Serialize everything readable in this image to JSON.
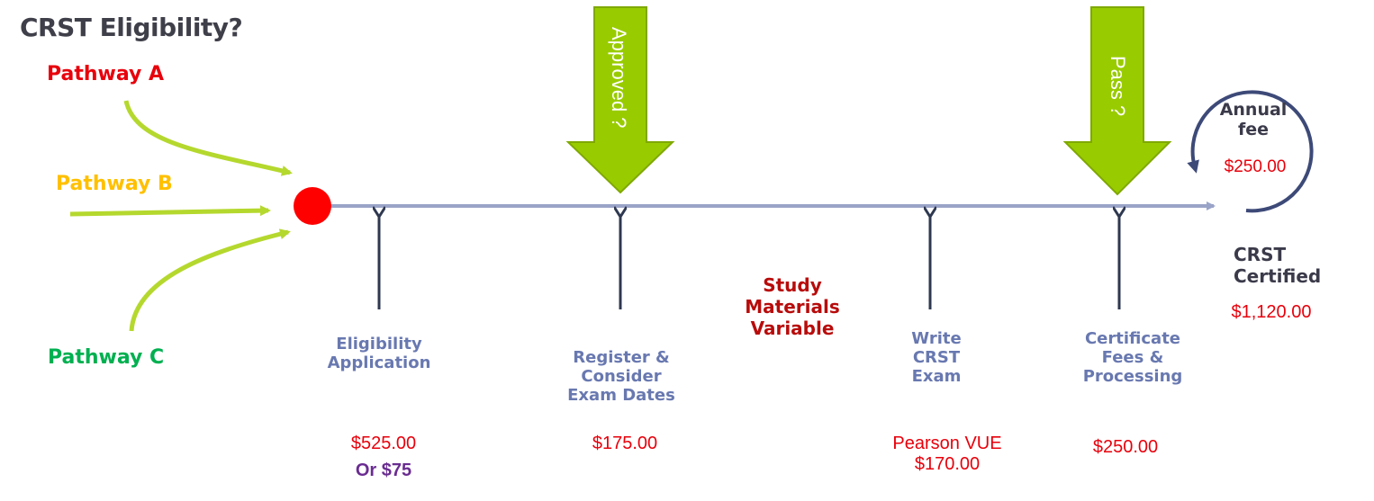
{
  "title": "CRST Eligibility?",
  "pathways": [
    {
      "label": "Pathway A",
      "color": "#e8000b"
    },
    {
      "label": "Pathway B",
      "color": "#ffc000"
    },
    {
      "label": "Pathway C",
      "color": "#00b050"
    }
  ],
  "gates": [
    {
      "label": "Approved ?"
    },
    {
      "label": "Pass ?"
    }
  ],
  "steps": [
    {
      "label": "Eligibility\nApplication",
      "price": "$525.00",
      "alt_price": "Or $75"
    },
    {
      "label": "Register &\nConsider\nExam Dates",
      "price": "$175.00"
    },
    {
      "label": "Write\nCRST\nExam",
      "price": "Pearson VUE\n$170.00"
    },
    {
      "label": "Certificate\nFees &\nProcessing",
      "price": "$250.00"
    }
  ],
  "study_note": "Study\nMaterials\nVariable",
  "annual": {
    "label": "Annual\nfee",
    "price": "$250.00"
  },
  "certified": {
    "label": "CRST\nCertified",
    "total": "$1,120.00"
  },
  "colors": {
    "timeline": "#9aa4c8",
    "dot": "#ff0000",
    "pathway_arrow": "#b5d82e",
    "gate_arrow": "#99cc00",
    "gate_border": "#7fa800",
    "step_arrow": "#2e3850",
    "cycle": "#3d4a78"
  }
}
